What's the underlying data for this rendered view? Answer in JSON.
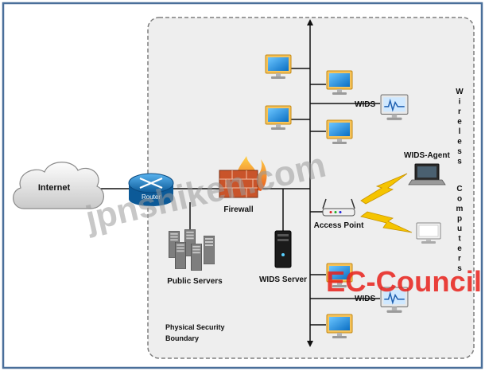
{
  "nodes": {
    "internet": "Internet",
    "router": "Router",
    "firewall": "Firewall",
    "public_servers": "Public Servers",
    "wids_server": "WIDS Server",
    "access_point": "Access Point",
    "wids_top": "WIDS",
    "wids_bottom": "WIDS",
    "wids_agent": "WIDS-Agent"
  },
  "boundary": {
    "line1": "Physical Security",
    "line2": "Boundary"
  },
  "wireless_computers_label": "Wireless Computers",
  "watermarks": {
    "site": "jpnshiken.com",
    "brand": "EC-Council"
  },
  "colors": {
    "frame_border": "#4a6f9a",
    "boundary_fill": "#eeeeee",
    "link": "#111111",
    "monitor_screen": "#1e8fe0",
    "router_blue": "#1d7fc7",
    "firewall_orange": "#e06a1e",
    "lightning_yellow": "#f5c400",
    "brand_red": "#e8201a"
  }
}
